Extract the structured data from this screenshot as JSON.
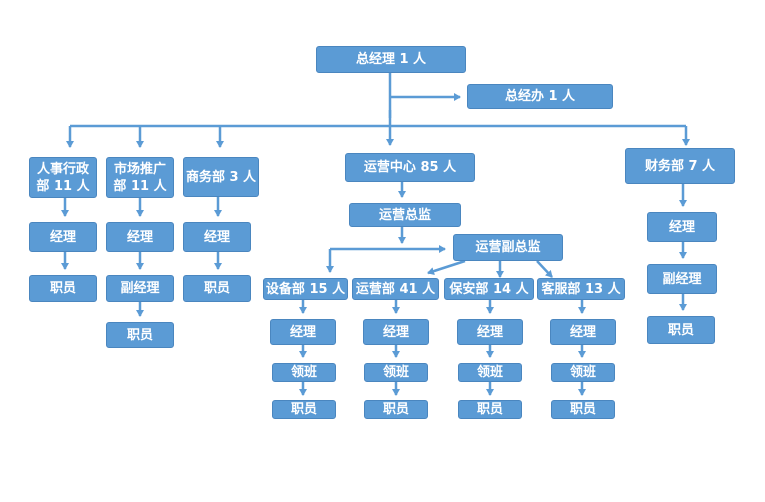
{
  "colors": {
    "box_fill": "#5b9bd5",
    "line": "#5b9bd5",
    "text": "#ffffff"
  },
  "nodes": {
    "gm": "总经理 1 人",
    "office": "总经办 1 人",
    "hr": "人事行政\n部 11 人",
    "hr_mgr": "经理",
    "hr_staff": "职员",
    "mkt": "市场推广\n部 11 人",
    "mkt_mgr": "经理",
    "mkt_deputy": "副经理",
    "mkt_staff": "职员",
    "biz": "商务部 3 人",
    "biz_mgr": "经理",
    "biz_staff": "职员",
    "ops": "运营中心 85 人",
    "ops_director": "运营总监",
    "ops_deputy": "运营副总监",
    "equip": "设备部 15 人",
    "equip_mgr": "经理",
    "equip_lead": "领班",
    "equip_staff": "职员",
    "opsdept": "运营部 41 人",
    "opsdept_mgr": "经理",
    "opsdept_lead": "领班",
    "opsdept_staff": "职员",
    "security": "保安部 14 人",
    "security_mgr": "经理",
    "security_lead": "领班",
    "security_staff": "职员",
    "service": "客服部 13 人",
    "service_mgr": "经理",
    "service_lead": "领班",
    "service_staff": "职员",
    "finance": "财务部 7 人",
    "finance_mgr": "经理",
    "finance_deputy": "副经理",
    "finance_staff": "职员"
  }
}
